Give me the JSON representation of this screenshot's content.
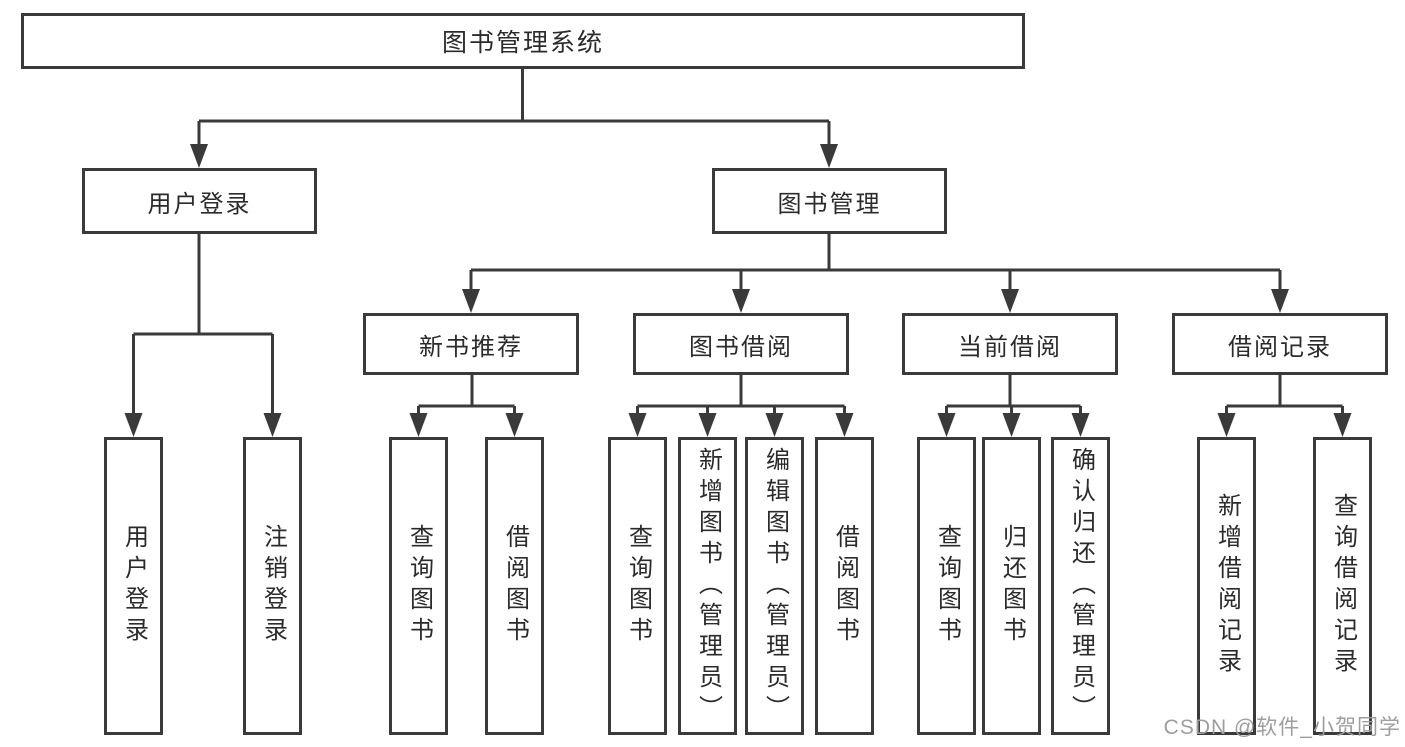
{
  "diagram_type": "hierarchy-tree",
  "tree": {
    "label": "图书管理系统",
    "children": [
      {
        "label": "用户登录",
        "children": [
          {
            "label": "用户登录"
          },
          {
            "label": "注销登录"
          }
        ]
      },
      {
        "label": "图书管理",
        "children": [
          {
            "label": "新书推荐",
            "children": [
              {
                "label": "查询图书"
              },
              {
                "label": "借阅图书"
              }
            ]
          },
          {
            "label": "图书借阅",
            "children": [
              {
                "label": "查询图书"
              },
              {
                "label": "新增图书（管理员）"
              },
              {
                "label": "编辑图书（管理员）"
              },
              {
                "label": "借阅图书"
              }
            ]
          },
          {
            "label": "当前借阅",
            "children": [
              {
                "label": "查询图书"
              },
              {
                "label": "归还图书"
              },
              {
                "label": "确认归还（管理员）"
              }
            ]
          },
          {
            "label": "借阅记录",
            "children": [
              {
                "label": "新增借阅记录"
              },
              {
                "label": "查询借阅记录"
              }
            ]
          }
        ]
      }
    ]
  },
  "watermark": {
    "text": "CSDN @软件_小贺同学"
  },
  "colors": {
    "line": "#3a3a3a",
    "text": "#2b2b2b",
    "box_fill": "#ffffff",
    "background": "#ffffff",
    "watermark": "#9e9e9e"
  }
}
